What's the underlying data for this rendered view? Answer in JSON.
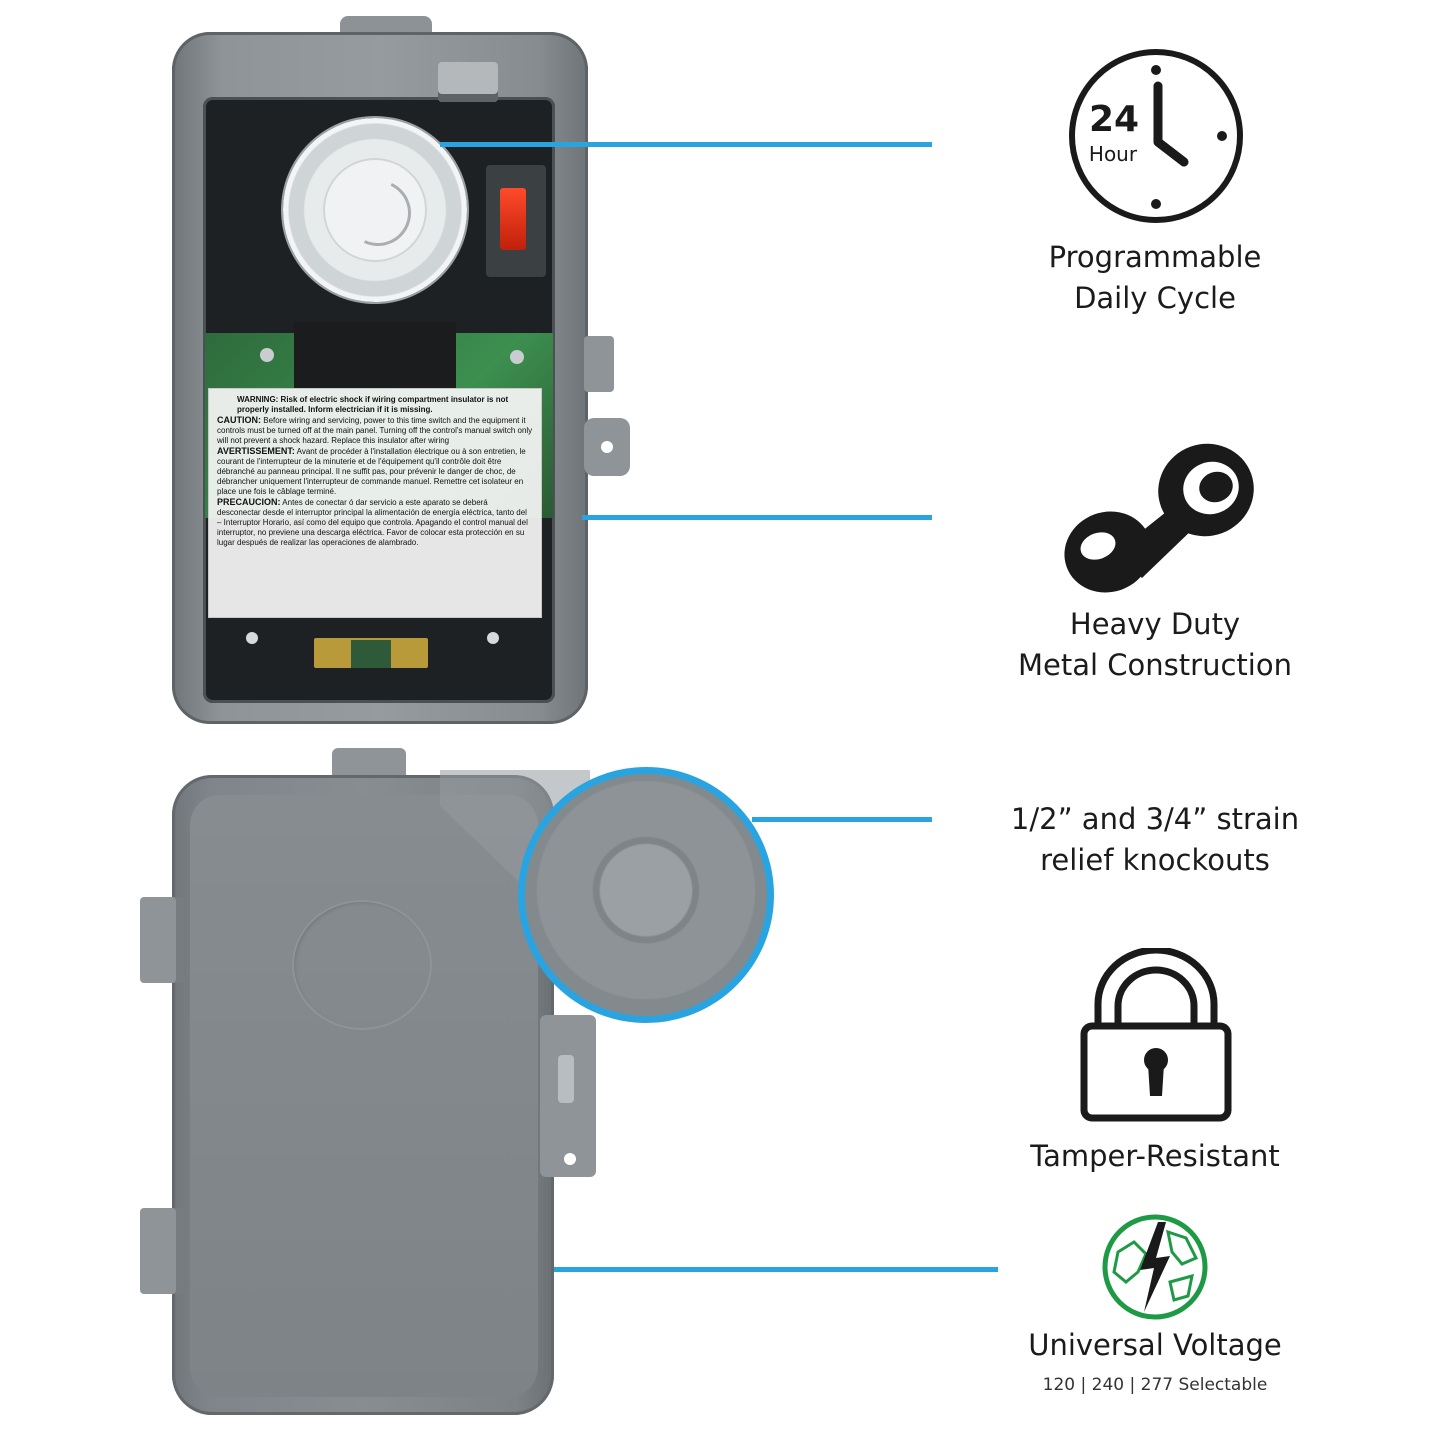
{
  "features": [
    {
      "icon": "clock-24-hour-icon",
      "badge_number": "24",
      "badge_unit": "Hour",
      "title_line1": "Programmable",
      "title_line2": "Daily Cycle"
    },
    {
      "icon": "heavy-duty-bolt-icon",
      "title_line1": "Heavy Duty",
      "title_line2": "Metal Construction"
    },
    {
      "icon": "knockout-zoom-detail",
      "title_line1": "1/2” and 3/4” strain",
      "title_line2": "relief knockouts"
    },
    {
      "icon": "padlock-icon",
      "title_line1": "Tamper-Resistant"
    },
    {
      "icon": "lightning-globe-icon",
      "title_line1": "Universal Voltage",
      "subtitle": "120 | 240 | 277 Selectable"
    }
  ],
  "product_label": {
    "warning": "WARNING: Risk of electric shock if wiring compartment insulator is not properly installed. Inform electrician if it is missing.",
    "caution_heading": "CAUTION:",
    "caution_text": "Before wiring and servicing, power to this time switch and the equipment it controls must be turned off at the main panel. Turning off the control's manual switch only will not prevent a shock hazard. Replace this insulator after wiring",
    "avertissement_heading": "AVERTISSEMENT:",
    "avertissement_text": "Avant de procéder à l'installation électrique ou à son entretien, le courant de l'interrupteur de la minuterie et de l'équipement qu'il contrôle doit être débranché au panneau principal. Il ne suffit pas, pour prévenir le danger de choc, de débrancher uniquement l'interrupteur de commande manuel. Remettre cet isolateur en place une fois le câblage terminé.",
    "precaucion_heading": "PRECAUCION:",
    "precaucion_text": "Antes de conectar ó dar servicio a este aparato se deberá desconectar desde el interruptor principal la alimentación de energía eléctrica, tanto del – Interruptor Horario, así como del equipo que controla. Apagando el control manual del interruptor, no previene una descarga eléctrica. Favor de colocar esta protección en su lugar después de realizar las operaciones de alambrado."
  },
  "colors": {
    "accent": "#2aa4e0",
    "icon": "#1a1a1a",
    "voltage_green": "#1e9a45",
    "enclosure_gray": "#878d91"
  }
}
